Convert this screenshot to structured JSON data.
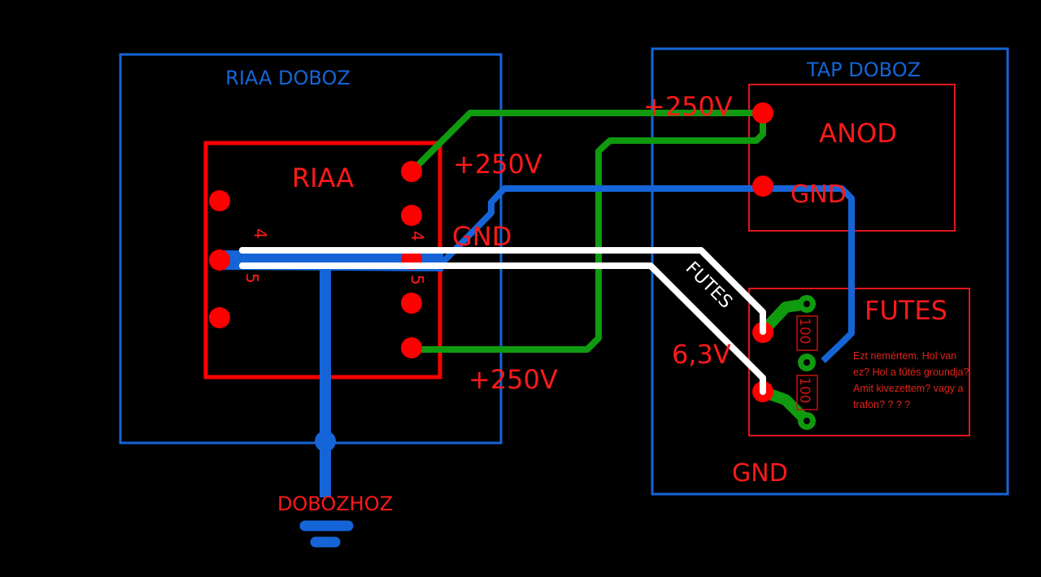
{
  "colors": {
    "background": "#000000",
    "enclosure": "#1565d8",
    "component": "#ff0000",
    "label_red": "#ff1a1a",
    "trace_hv": "#0f9a0f",
    "trace_gnd": "#1565d8",
    "trace_heater": "#ffffff",
    "resistor_outline": "#cc1111"
  },
  "enclosures": {
    "riaa_box": {
      "label": "RIAA DOBOZ"
    },
    "tap_box": {
      "label": "TAP DOBOZ"
    }
  },
  "components": {
    "riaa": {
      "label": "RIAA",
      "pin_label_4": "4",
      "pin_label_5": "5"
    },
    "anod": {
      "label": "ANOD"
    },
    "futes": {
      "label": "FUTES"
    }
  },
  "labels": {
    "hv_riaa_top": "+250V",
    "gnd_riaa": "GND",
    "hv_riaa_bottom": "+250V",
    "hv_tap": "+250V",
    "gnd_anod": "GND",
    "heater_voltage": "6,3V",
    "gnd_tap": "GND",
    "chassis": "DOBOZHOZ",
    "heater_trace": "FUTES",
    "resistor_1": "100",
    "resistor_2": "100"
  },
  "annotation": {
    "text": "Ezt nemértem. Hol van ez? Hol a fűtés groundja? Amit kivezettem? vagy a trafon?  ? ? ?"
  }
}
